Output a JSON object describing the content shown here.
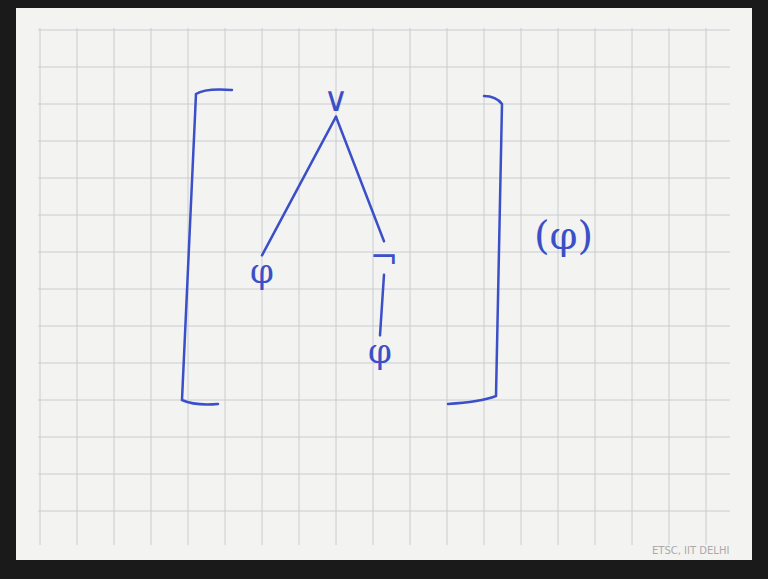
{
  "diagram": {
    "nodes": [
      {
        "text": [
          "∨"
        ]
      },
      {
        "text": [
          "φ"
        ]
      },
      {
        "text": [
          "¬"
        ]
      },
      {
        "text": [
          "φ"
        ]
      }
    ],
    "edges": [
      {
        "from": 0,
        "to": 1,
        "arrow": "none"
      },
      {
        "from": 0,
        "to": 2,
        "arrow": "none"
      },
      {
        "from": 2,
        "to": 3,
        "arrow": "none"
      }
    ],
    "labels": [
      "(φ)",
      "ETSC, IIT DELHI"
    ]
  }
}
